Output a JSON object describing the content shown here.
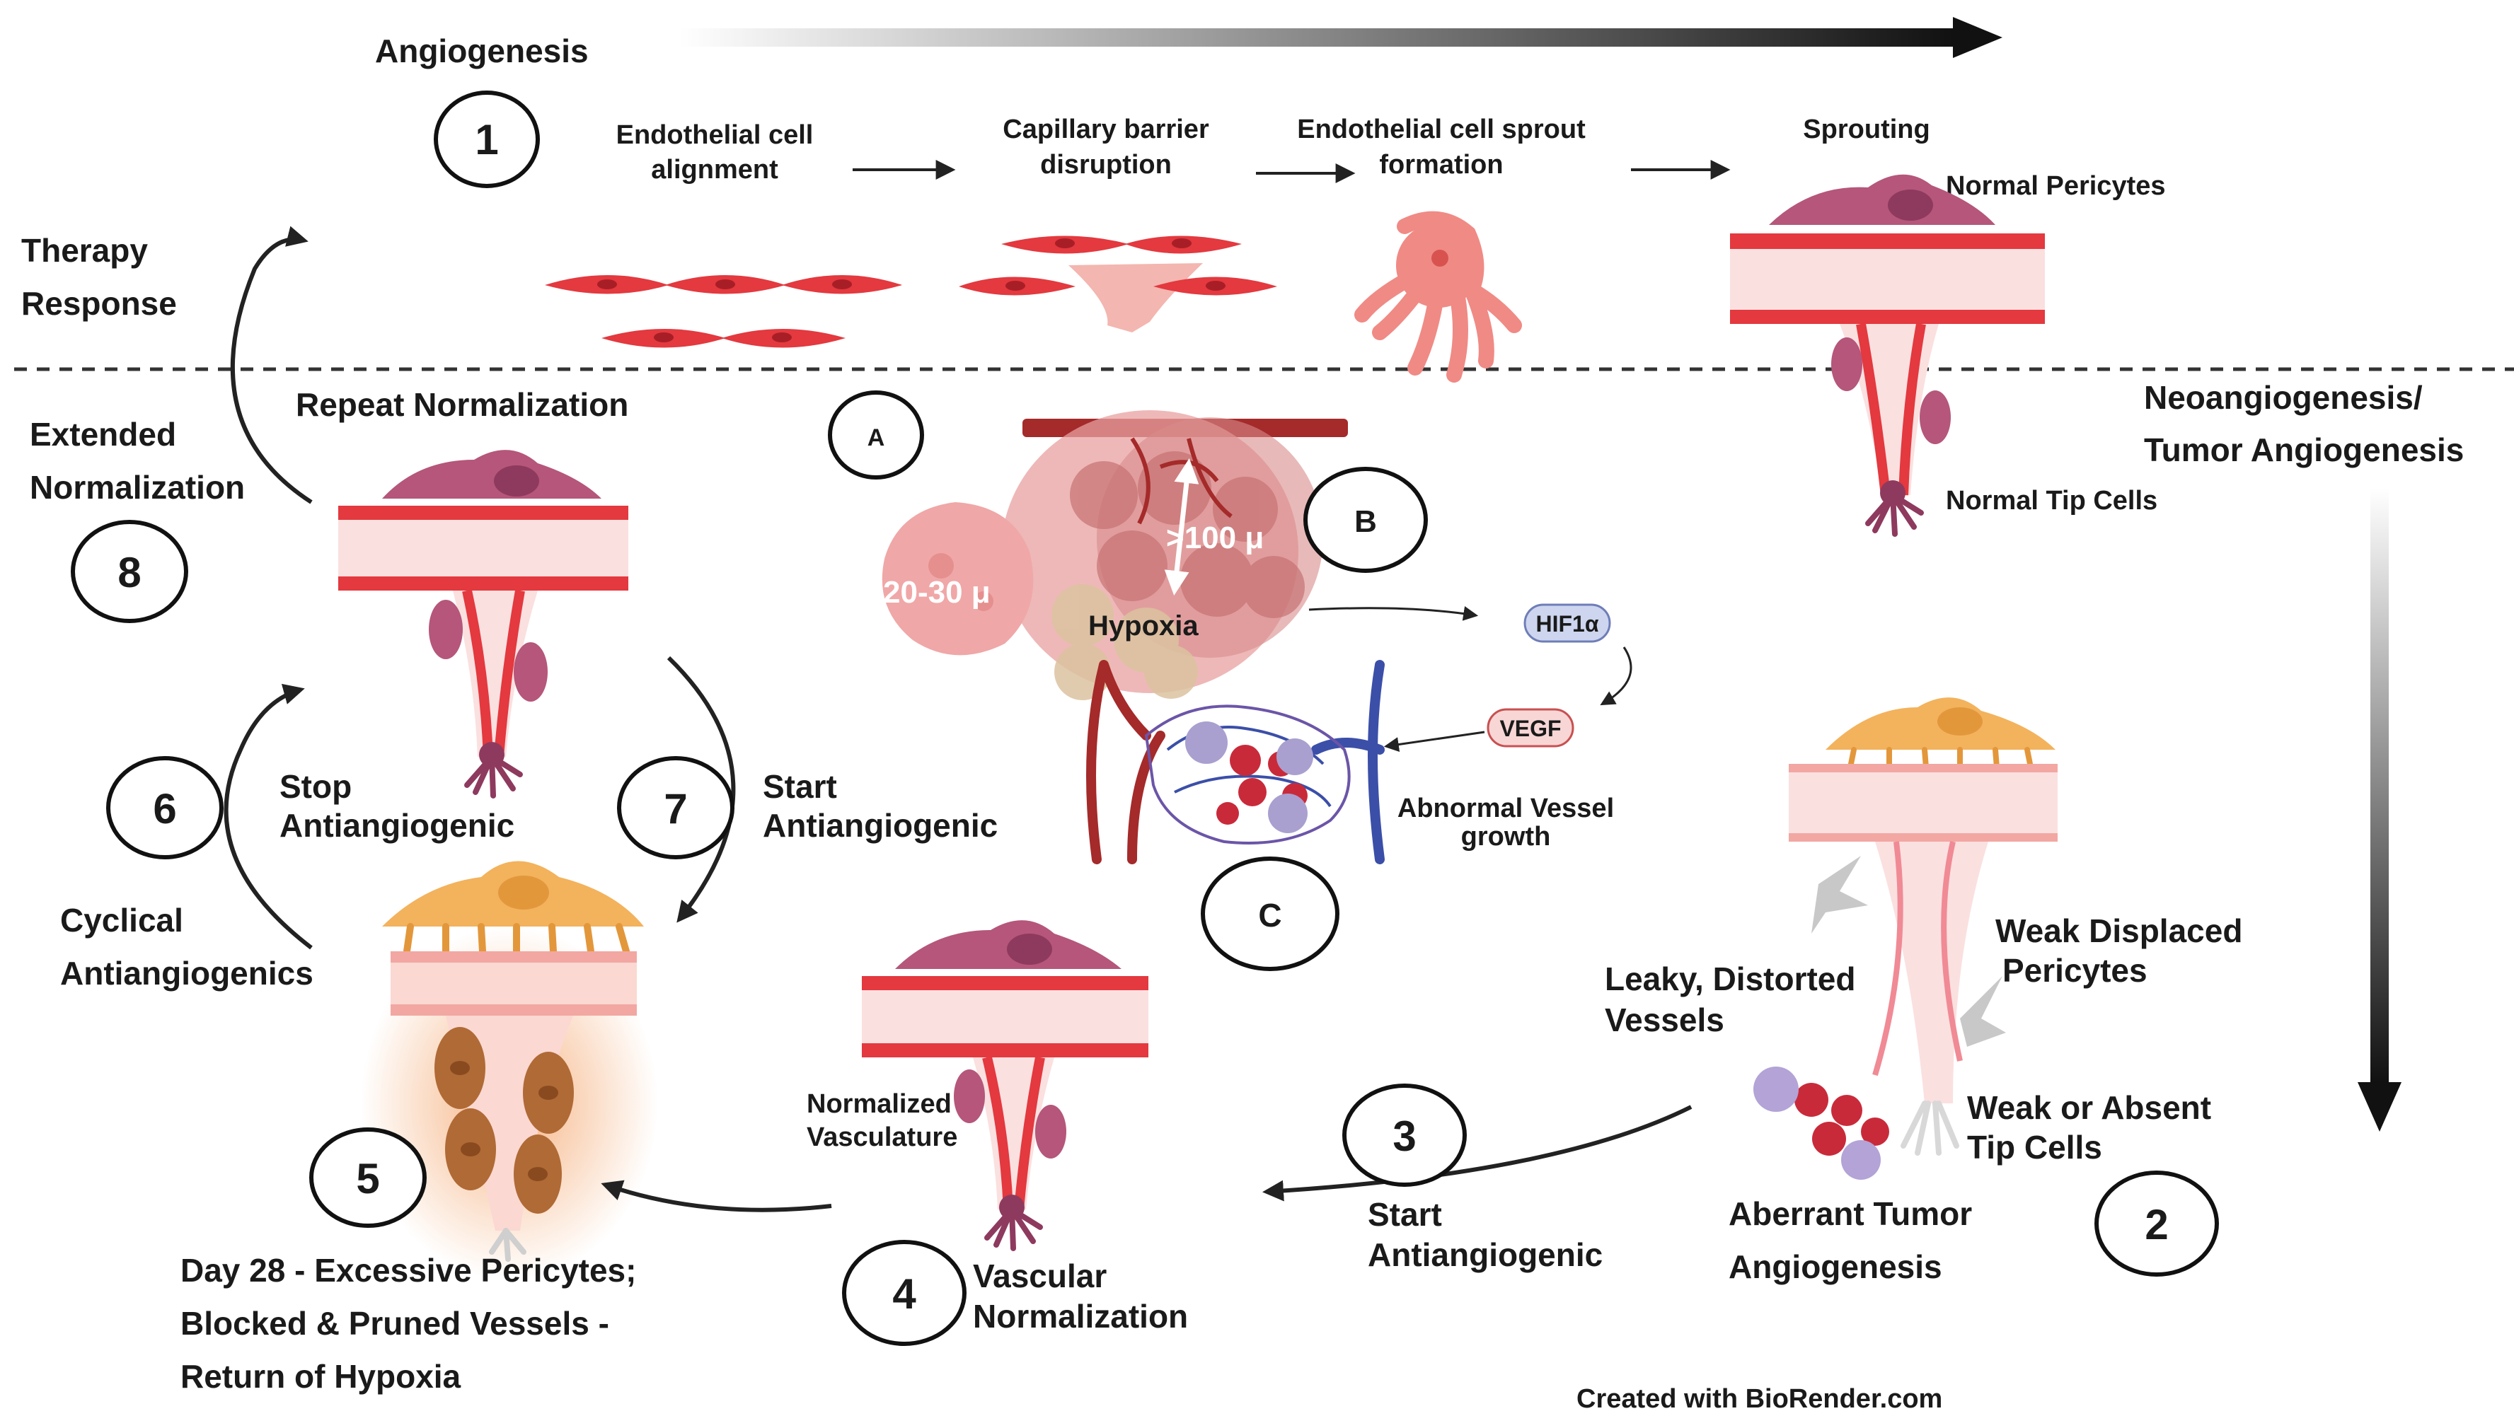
{
  "labels": {
    "angiogenesis": "Angiogenesis",
    "ec_alignment_1": "Endothelial cell",
    "ec_alignment_2": "alignment",
    "barrier_1": "Capillary barrier",
    "barrier_2": "disruption",
    "sprout_1": "Endothelial cell sprout",
    "sprout_2": "formation",
    "sprouting": "Sprouting",
    "normal_pericytes": "Normal Pericytes",
    "normal_tip_cells": "Normal Tip Cells",
    "therapy_1": "Therapy",
    "therapy_2": "Response",
    "repeat_normalization": "Repeat Normalization",
    "extended_1": "Extended",
    "extended_2": "Normalization",
    "neo_1": "Neoangiogenesis/",
    "neo_2": "Tumor Angiogenesis",
    "dist_100": ">100 μ",
    "dist_20": "20-30 μ",
    "hypoxia": "Hypoxia",
    "hif": "HIF1α",
    "vegf": "VEGF",
    "abnormal_1": "Abnormal Vessel",
    "abnormal_2": "growth",
    "stop_1": "Stop",
    "stop_2": "Antiangiogenic",
    "start7_1": "Start",
    "start7_2": "Antiangiogenic",
    "cyclical_1": "Cyclical",
    "cyclical_2": "Antiangiogenics",
    "leaky_1": "Leaky, Distorted",
    "leaky_2": "Vessels",
    "weak_peri_1": "Weak Displaced",
    "weak_peri_2": "Pericytes",
    "weak_tip_1": "Weak or Absent",
    "weak_tip_2": "Tip Cells",
    "normalized_vasc_1": "Normalized",
    "normalized_vasc_2": "Vasculature",
    "start3_1": "Start",
    "start3_2": "Antiangiogenic",
    "aberrant_1": "Aberrant Tumor",
    "aberrant_2": "Angiogenesis",
    "vascular_norm_1": "Vascular",
    "vascular_norm_2": "Normalization",
    "day28_1": "Day 28 - Excessive Pericytes;",
    "day28_2": "Blocked & Pruned Vessels -",
    "day28_3": "Return of Hypoxia",
    "credit": "Created with BioRender.com"
  },
  "steps": {
    "s1": "1",
    "s2": "2",
    "s3": "3",
    "s4": "4",
    "s5": "5",
    "s6": "6",
    "s7": "7",
    "s8": "8",
    "a": "A",
    "b": "B",
    "c": "C"
  },
  "colors": {
    "endothelial": "#e3393f",
    "vessel_wall": "#f6d2d2",
    "pericyte_normal": "#b5567a",
    "pericyte_excess": "#f3b25c",
    "tumor": "#e8a0a0",
    "vein": "#3b4fa8"
  }
}
